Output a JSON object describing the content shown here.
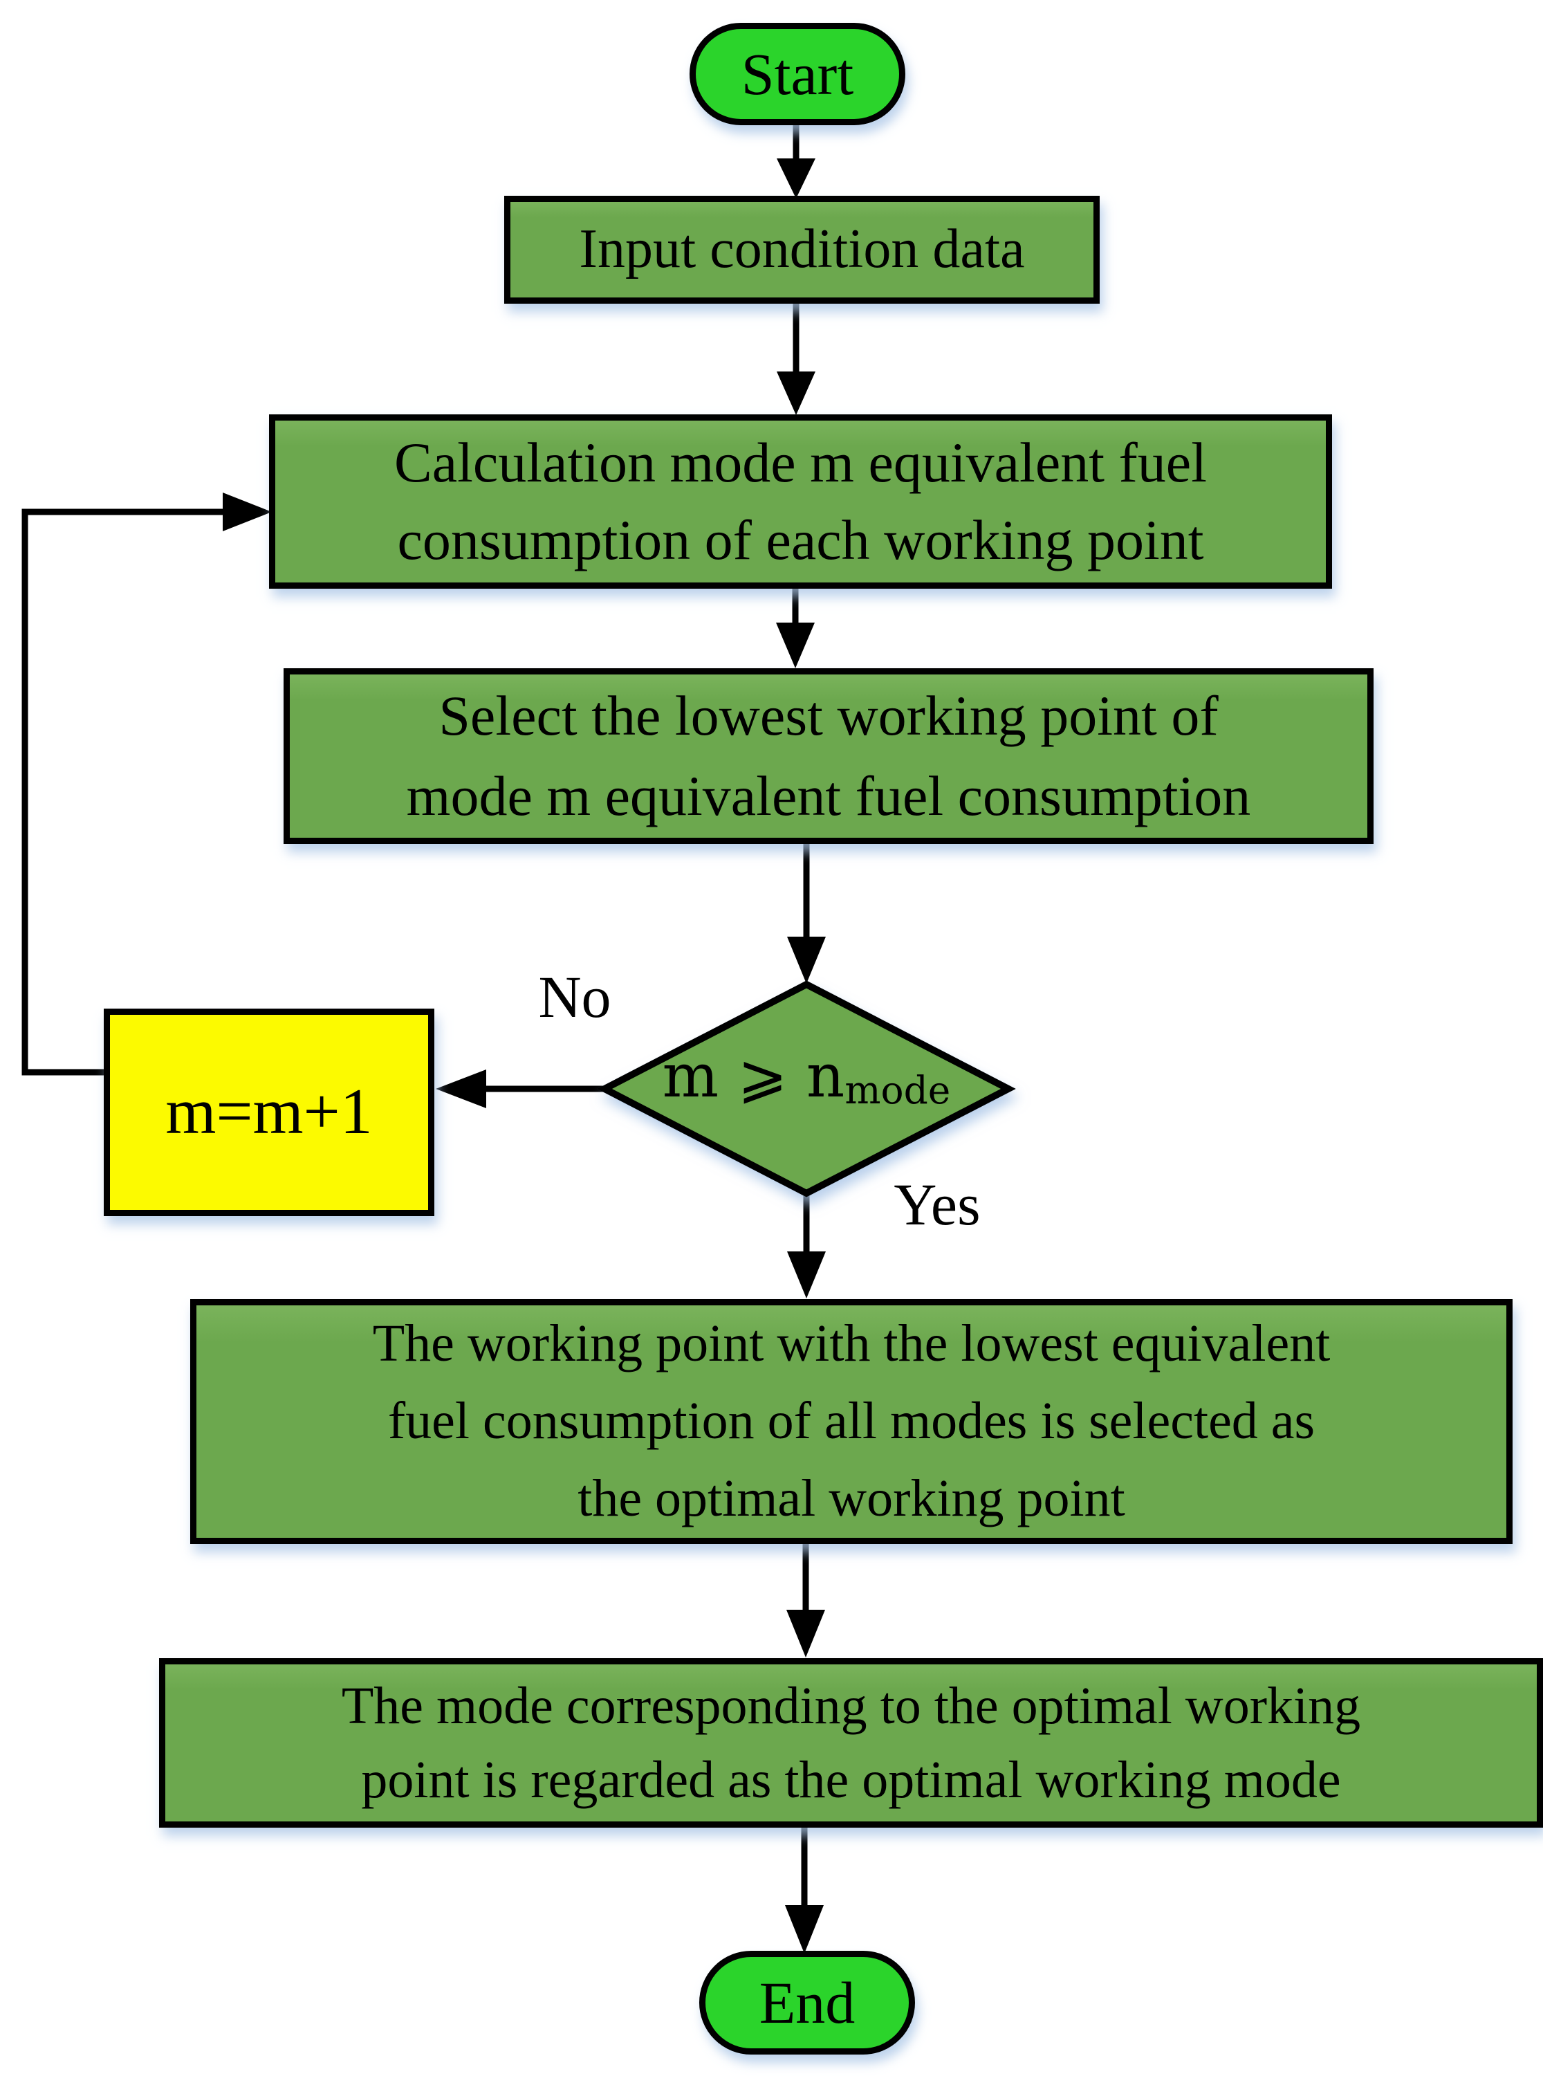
{
  "diagram": {
    "type": "flowchart",
    "nodes": {
      "start": {
        "shape": "terminal",
        "label": "Start"
      },
      "input_condition": {
        "shape": "process",
        "label": "Input condition data"
      },
      "calculate_fuel": {
        "shape": "process",
        "lines": [
          "Calculation mode m equivalent fuel",
          "consumption of each working point"
        ]
      },
      "select_lowest": {
        "shape": "process",
        "lines": [
          "Select the lowest working point of",
          "mode m equivalent fuel consumption"
        ]
      },
      "decision": {
        "shape": "diamond",
        "expr_main": "m ⩾ n",
        "expr_sub": "mode"
      },
      "increment_m": {
        "shape": "process",
        "label": "m=m+1"
      },
      "optimal_point": {
        "shape": "process",
        "lines": [
          "The working point with the lowest equivalent",
          "fuel consumption of all modes is selected as",
          "the optimal working point"
        ]
      },
      "optimal_mode": {
        "shape": "process",
        "lines": [
          "The mode corresponding to the optimal working",
          "point is regarded as the optimal working mode"
        ]
      },
      "end": {
        "shape": "terminal",
        "label": "End"
      }
    },
    "edge_labels": {
      "no": "No",
      "yes": "Yes"
    },
    "edges": [
      {
        "from": "start",
        "to": "input_condition"
      },
      {
        "from": "input_condition",
        "to": "calculate_fuel"
      },
      {
        "from": "calculate_fuel",
        "to": "select_lowest"
      },
      {
        "from": "select_lowest",
        "to": "decision"
      },
      {
        "from": "decision",
        "to": "increment_m",
        "label": "No"
      },
      {
        "from": "increment_m",
        "to": "calculate_fuel"
      },
      {
        "from": "decision",
        "to": "optimal_point",
        "label": "Yes"
      },
      {
        "from": "optimal_point",
        "to": "optimal_mode"
      },
      {
        "from": "optimal_mode",
        "to": "end"
      }
    ]
  },
  "colors": {
    "process_fill": "#6CA84E",
    "process_fill_light": "#7AB35B",
    "terminal_fill": "#2BD42B",
    "increment_fill": "#FCFA00",
    "border": "#000000",
    "text": "#000000",
    "shadow": "#A8C4E6",
    "background": "#FFFFFF"
  }
}
